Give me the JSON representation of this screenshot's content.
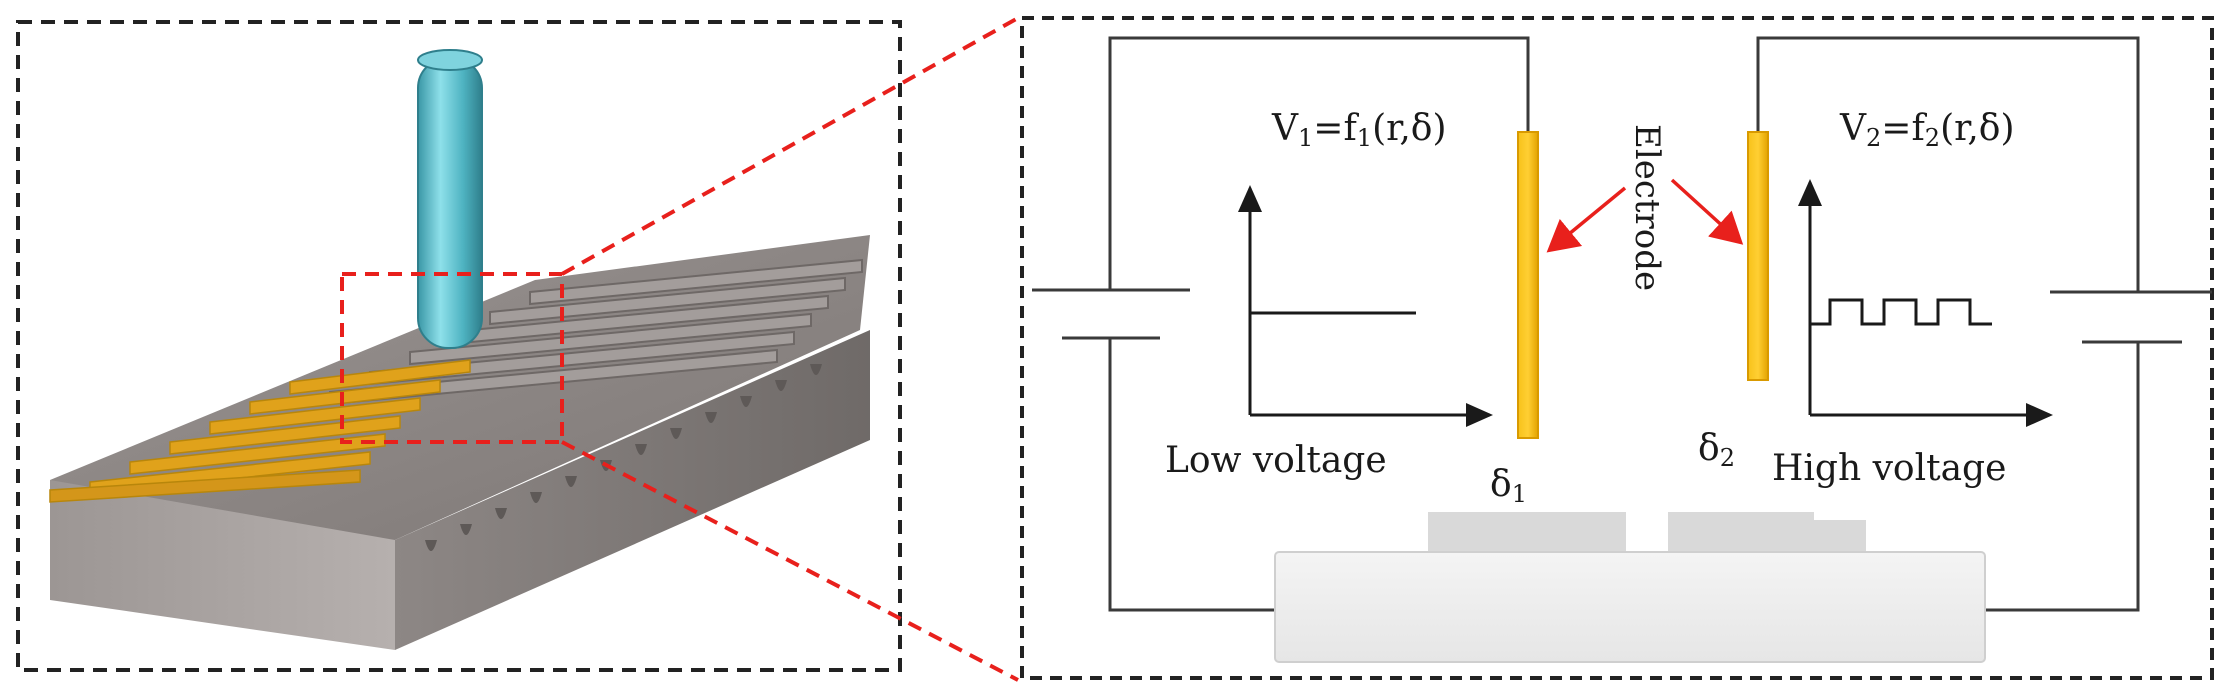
{
  "labels": {
    "v1_main": "V",
    "v1_sub": "1",
    "v1_mid": "=f",
    "v1_sub2": "1",
    "v1_args": "(r,δ)",
    "v2_main": "V",
    "v2_sub": "2",
    "v2_mid": "=f",
    "v2_sub2": "2",
    "v2_args": "(r,δ)",
    "electrode": "Electrode",
    "low_voltage": "Low voltage",
    "high_voltage": "High voltage",
    "delta1_main": "δ",
    "delta1_sub": "1",
    "delta2_main": "δ",
    "delta2_sub": "2"
  },
  "colors": {
    "electrode": "#f5b400",
    "electrode_edge": "#d99a00",
    "arrow_red": "#e8201c",
    "dash_red": "#e8201c",
    "probe": "#5fc3cf",
    "block": "#8a8482",
    "wire": "#3a3a3a"
  },
  "icons": {
    "left_panel": "machining-probe-grooved-block-illustration"
  }
}
